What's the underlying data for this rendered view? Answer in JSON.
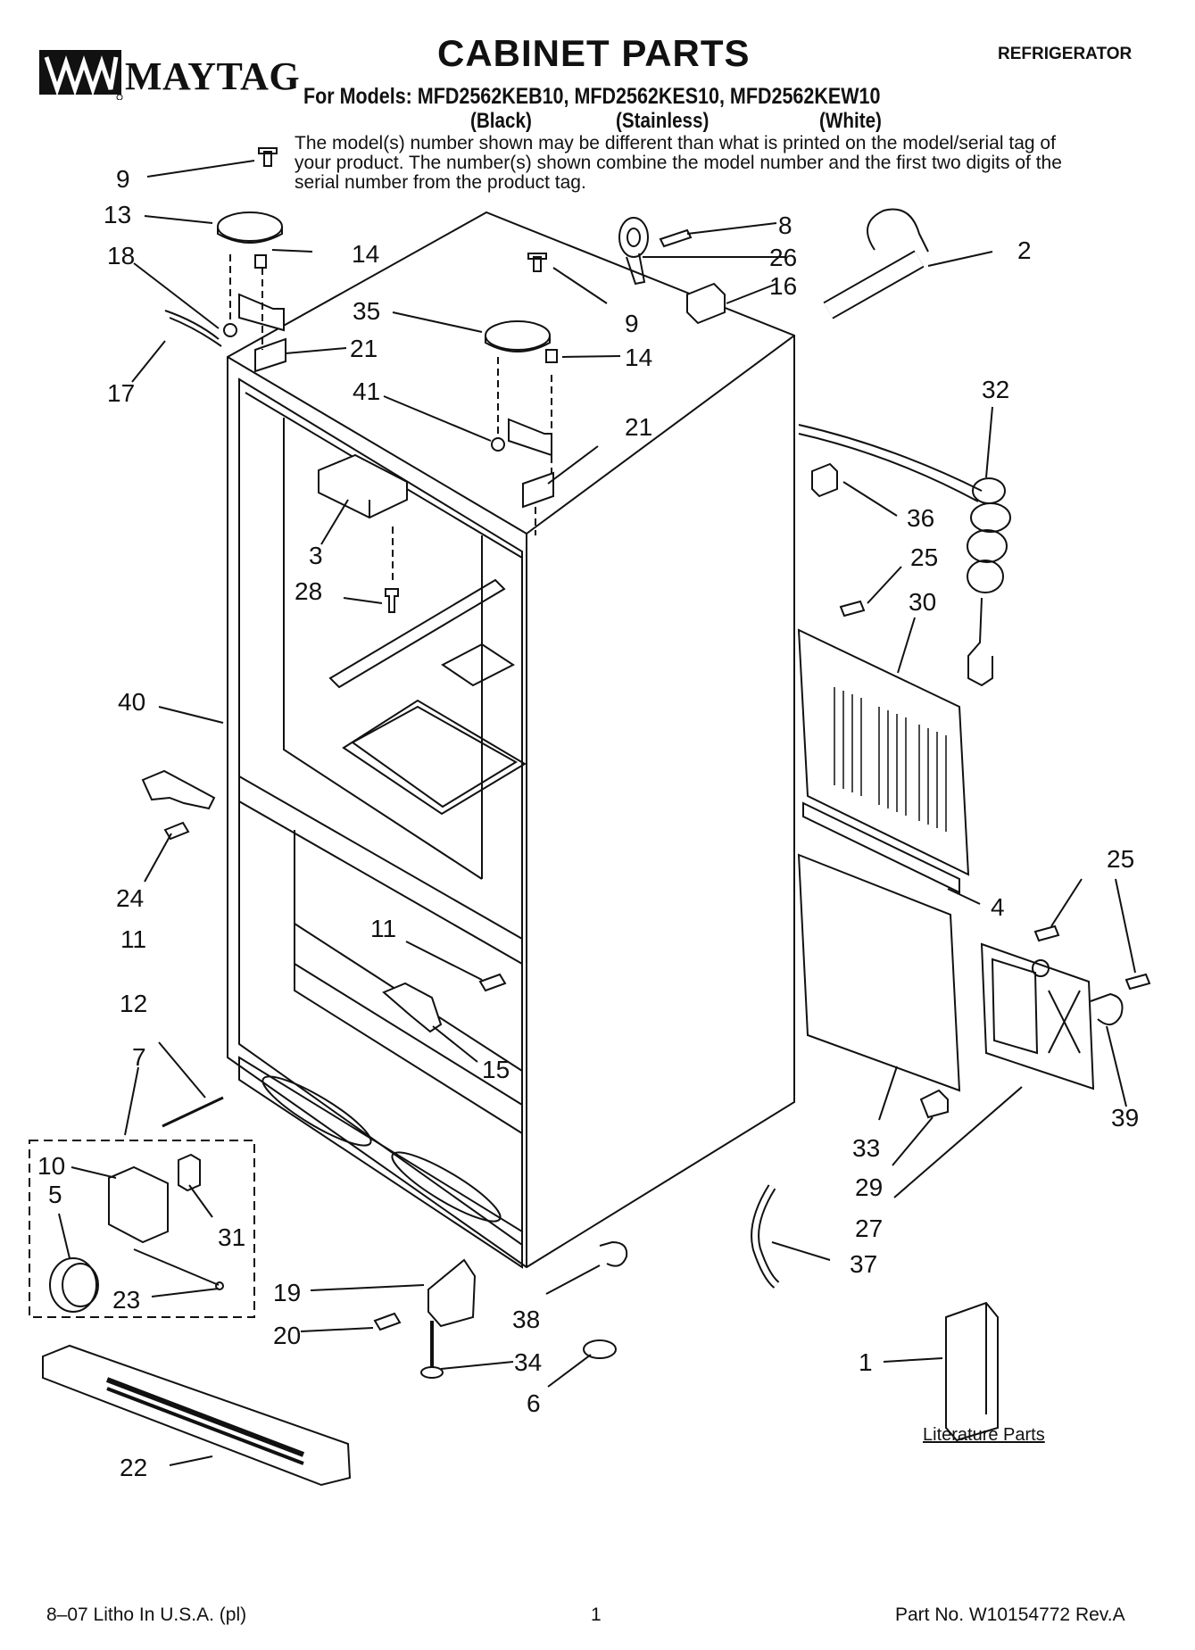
{
  "header": {
    "brand": "MAYTAG",
    "title": "CABINET PARTS",
    "doc_type": "REFRIGERATOR",
    "models_line": "For Models: MFD2562KEB10, MFD2562KES10, MFD2562KEW10",
    "variants": [
      "(Black)",
      "(Stainless)",
      "(White)"
    ],
    "note": "The model(s) number shown may be different than what is printed on the model/serial tag of your product. The number(s) shown combine the model number and the first two digits of the serial number from the product tag."
  },
  "callouts": [
    "9",
    "13",
    "18",
    "17",
    "14",
    "21",
    "35",
    "41",
    "9",
    "14",
    "21",
    "8",
    "26",
    "16",
    "2",
    "32",
    "36",
    "25",
    "30",
    "3",
    "28",
    "40",
    "24",
    "11",
    "11",
    "15",
    "4",
    "25",
    "39",
    "33",
    "29",
    "27",
    "12",
    "7",
    "10",
    "5",
    "31",
    "23",
    "19",
    "20",
    "38",
    "34",
    "6",
    "37",
    "1",
    "22"
  ],
  "literature_label": "Literature Parts",
  "footer": {
    "left": "8–07 Litho In U.S.A. (pl)",
    "page": "1",
    "part_no": "Part No. W10154772 Rev.A"
  }
}
